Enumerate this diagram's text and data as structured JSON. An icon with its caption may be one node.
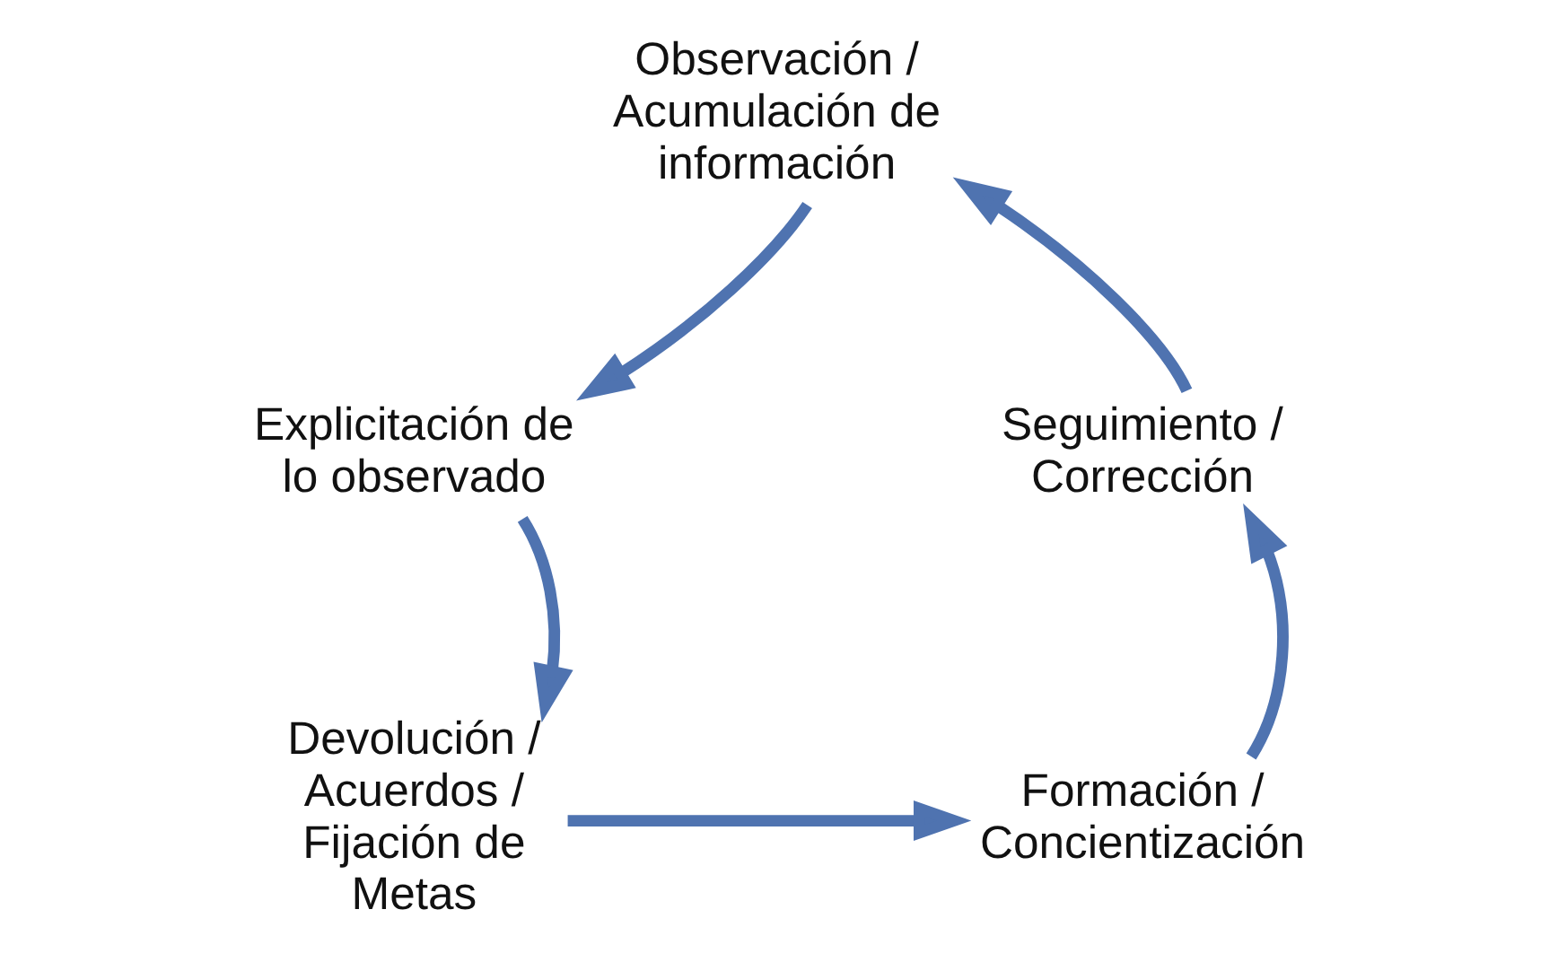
{
  "diagram": {
    "nodes": [
      {
        "text": [
          "Observación / Acumulación de información"
        ]
      },
      {
        "text": [
          "Explicitación de lo observado"
        ]
      },
      {
        "text": [
          "Devolución / Acuerdos / Fijación de Metas"
        ]
      },
      {
        "text": [
          "Formación / Concientización"
        ]
      },
      {
        "text": [
          "Seguimiento / Corrección"
        ]
      }
    ],
    "edges": [
      {
        "from": 0,
        "to": 1,
        "arrow": "to"
      },
      {
        "from": 1,
        "to": 2,
        "arrow": "to"
      },
      {
        "from": 2,
        "to": 3,
        "arrow": "to"
      },
      {
        "from": 3,
        "to": 4,
        "arrow": "to"
      },
      {
        "from": 4,
        "to": 0,
        "arrow": "to"
      }
    ]
  }
}
